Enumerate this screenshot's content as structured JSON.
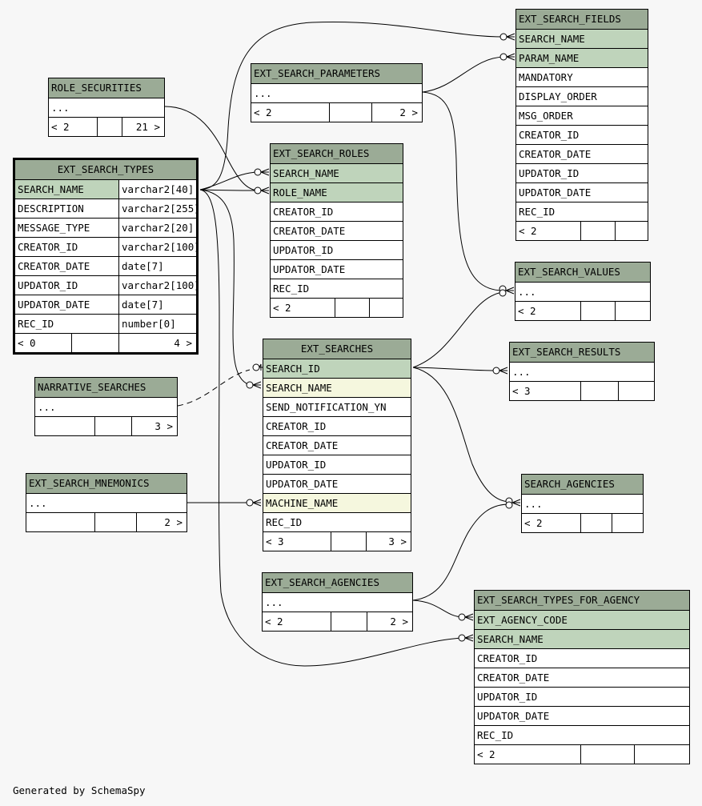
{
  "tables": {
    "ext_search_fields": {
      "name": "EXT_SEARCH_FIELDS",
      "columns": [
        "SEARCH_NAME",
        "PARAM_NAME",
        "MANDATORY",
        "DISPLAY_ORDER",
        "MSG_ORDER",
        "CREATOR_ID",
        "CREATOR_DATE",
        "UPDATOR_ID",
        "UPDATOR_DATE",
        "REC_ID"
      ],
      "footer": {
        "left": "< 2",
        "right": ""
      }
    },
    "ext_search_parameters": {
      "name": "EXT_SEARCH_PARAMETERS",
      "columns": [
        "..."
      ],
      "footer": {
        "left": "< 2",
        "right": "2 >"
      }
    },
    "role_securities": {
      "name": "ROLE_SECURITIES",
      "columns": [
        "..."
      ],
      "footer": {
        "left": "< 2",
        "right": "21 >"
      }
    },
    "ext_search_types": {
      "name": "EXT_SEARCH_TYPES",
      "columns": [
        {
          "name": "SEARCH_NAME",
          "type": "varchar2[40]"
        },
        {
          "name": "DESCRIPTION",
          "type": "varchar2[255]"
        },
        {
          "name": "MESSAGE_TYPE",
          "type": "varchar2[20]"
        },
        {
          "name": "CREATOR_ID",
          "type": "varchar2[100]"
        },
        {
          "name": "CREATOR_DATE",
          "type": "date[7]"
        },
        {
          "name": "UPDATOR_ID",
          "type": "varchar2[100]"
        },
        {
          "name": "UPDATOR_DATE",
          "type": "date[7]"
        },
        {
          "name": "REC_ID",
          "type": "number[0]"
        }
      ],
      "footer": {
        "left": "< 0",
        "right": "4 >"
      }
    },
    "ext_search_roles": {
      "name": "EXT_SEARCH_ROLES",
      "columns": [
        "SEARCH_NAME",
        "ROLE_NAME",
        "CREATOR_ID",
        "CREATOR_DATE",
        "UPDATOR_ID",
        "UPDATOR_DATE",
        "REC_ID"
      ],
      "footer": {
        "left": "< 2",
        "right": ""
      }
    },
    "ext_search_values": {
      "name": "EXT_SEARCH_VALUES",
      "columns": [
        "..."
      ],
      "footer": {
        "left": "< 2",
        "right": ""
      }
    },
    "ext_searches": {
      "name": "EXT_SEARCHES",
      "columns": [
        "SEARCH_ID",
        "SEARCH_NAME",
        "SEND_NOTIFICATION_YN",
        "CREATOR_ID",
        "CREATOR_DATE",
        "UPDATOR_ID",
        "UPDATOR_DATE",
        "MACHINE_NAME",
        "REC_ID"
      ],
      "footer": {
        "left": "< 3",
        "right": "3 >"
      }
    },
    "ext_search_results": {
      "name": "EXT_SEARCH_RESULTS",
      "columns": [
        "..."
      ],
      "footer": {
        "left": "< 3",
        "right": ""
      }
    },
    "narrative_searches": {
      "name": "NARRATIVE_SEARCHES",
      "columns": [
        "..."
      ],
      "footer": {
        "left": "",
        "right": "3 >"
      }
    },
    "ext_search_mnemonics": {
      "name": "EXT_SEARCH_MNEMONICS",
      "columns": [
        "..."
      ],
      "footer": {
        "left": "",
        "right": "2 >"
      }
    },
    "search_agencies": {
      "name": "SEARCH_AGENCIES",
      "columns": [
        "..."
      ],
      "footer": {
        "left": "< 2",
        "right": ""
      }
    },
    "ext_search_agencies": {
      "name": "EXT_SEARCH_AGENCIES",
      "columns": [
        "..."
      ],
      "footer": {
        "left": "< 2",
        "right": "2 >"
      }
    },
    "ext_search_types_for_agency": {
      "name": "EXT_SEARCH_TYPES_FOR_AGENCY",
      "columns": [
        "EXT_AGENCY_CODE",
        "SEARCH_NAME",
        "CREATOR_ID",
        "CREATOR_DATE",
        "UPDATOR_ID",
        "UPDATOR_DATE",
        "REC_ID"
      ],
      "footer": {
        "left": "< 2",
        "right": ""
      }
    }
  },
  "footer_text": "Generated by SchemaSpy",
  "colors": {
    "header": "#9bab96",
    "primary_key": "#bfd4bb",
    "indexed": "#f5f7de",
    "background": "#f7f7f7"
  }
}
